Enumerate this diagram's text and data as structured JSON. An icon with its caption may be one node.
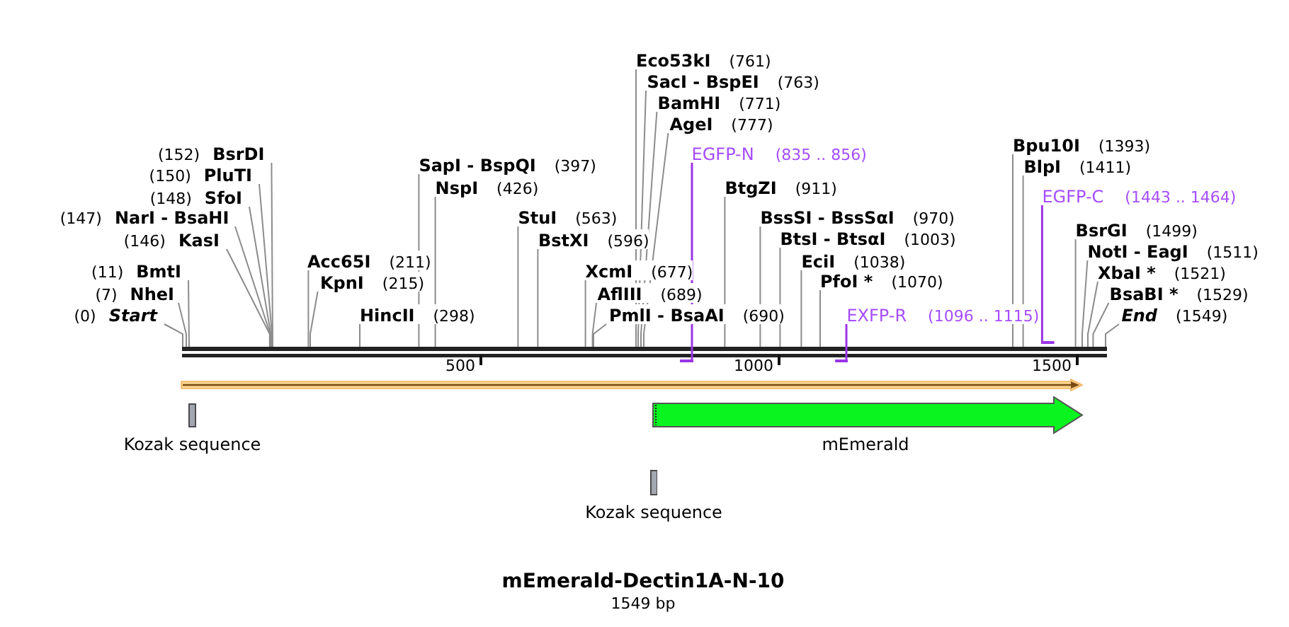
{
  "diagram": {
    "title": "mEmerald-Dectin1A-N-10",
    "caption": "1549 bp",
    "nodes": [
      {
        "text": [
          "(0)",
          "Start"
        ]
      },
      {
        "text": [
          "(7)",
          "NheI"
        ]
      },
      {
        "text": [
          "(11)",
          "BmtI"
        ]
      },
      {
        "text": [
          "(146)",
          "KasI"
        ]
      },
      {
        "text": [
          "(147)",
          "NarI - BsaHI"
        ]
      },
      {
        "text": [
          "(148)",
          "SfoI"
        ]
      },
      {
        "text": [
          "(150)",
          "PluTI"
        ]
      },
      {
        "text": [
          "(152)",
          "BsrDI"
        ]
      },
      {
        "text": [
          "Acc65I",
          "(211)"
        ]
      },
      {
        "text": [
          "KpnI",
          "(215)"
        ]
      },
      {
        "text": [
          "HincII",
          "(298)"
        ]
      },
      {
        "text": [
          "SapI - BspQI",
          "(397)"
        ]
      },
      {
        "text": [
          "NspI",
          "(426)"
        ]
      },
      {
        "text": [
          "StuI",
          "(563)"
        ]
      },
      {
        "text": [
          "BstXI",
          "(596)"
        ]
      },
      {
        "text": [
          "XcmI",
          "(677)"
        ]
      },
      {
        "text": [
          "AflIII",
          "(689)"
        ]
      },
      {
        "text": [
          "PmlI - BsaAI",
          "(690)"
        ]
      },
      {
        "text": [
          "Eco53kI",
          "(761)"
        ]
      },
      {
        "text": [
          "SacI - BspEI",
          "(763)"
        ]
      },
      {
        "text": [
          "BamHI",
          "(771)"
        ]
      },
      {
        "text": [
          "AgeI",
          "(777)"
        ]
      },
      {
        "text": [
          "EGFP-N",
          "(835 .. 856)"
        ]
      },
      {
        "text": [
          "BtgZI",
          "(911)"
        ]
      },
      {
        "text": [
          "BssSI - BssSαI",
          "(970)"
        ]
      },
      {
        "text": [
          "BtsI - BtsαI",
          "(1003)"
        ]
      },
      {
        "text": [
          "EciI",
          "(1038)"
        ]
      },
      {
        "text": [
          "PfoI *",
          "(1070)"
        ]
      },
      {
        "text": [
          "EXFP-R",
          "(1096 .. 1115)"
        ]
      },
      {
        "text": [
          "Bpu10I",
          "(1393)"
        ]
      },
      {
        "text": [
          "BlpI",
          "(1411)"
        ]
      },
      {
        "text": [
          "EGFP-C",
          "(1443 .. 1464)"
        ]
      },
      {
        "text": [
          "BsrGI",
          "(1499)"
        ]
      },
      {
        "text": [
          "NotI - EagI",
          "(1511)"
        ]
      },
      {
        "text": [
          "XbaI *",
          "(1521)"
        ]
      },
      {
        "text": [
          "BsaBI *",
          "(1529)"
        ]
      },
      {
        "text": [
          "End",
          "(1549)"
        ]
      },
      {
        "text": [],
        "shape": "bar"
      },
      {
        "text": [],
        "shape": "bar"
      },
      {
        "text": [],
        "shape": "bar"
      },
      {
        "text": [],
        "shape": "bar"
      },
      {
        "text": [],
        "shape": "arrow"
      },
      {
        "text": [
          "Kozak sequence"
        ]
      },
      {
        "text": [
          "mEmerald"
        ]
      },
      {
        "text": [
          "Kozak sequence"
        ]
      }
    ],
    "edges": [
      {
        "from": 0,
        "to": 37,
        "arrow": "none"
      },
      {
        "from": 1,
        "to": 37,
        "arrow": "none"
      },
      {
        "from": 2,
        "to": 37,
        "arrow": "none"
      },
      {
        "from": 3,
        "to": 37,
        "arrow": "none"
      },
      {
        "from": 4,
        "to": 37,
        "arrow": "none"
      },
      {
        "from": 5,
        "to": 37,
        "arrow": "none"
      },
      {
        "from": 6,
        "to": 37,
        "arrow": "none"
      },
      {
        "from": 7,
        "to": 37,
        "arrow": "none"
      },
      {
        "from": 8,
        "to": 37,
        "arrow": "none"
      },
      {
        "from": 9,
        "to": 37,
        "arrow": "none"
      },
      {
        "from": 10,
        "to": 37,
        "arrow": "none"
      },
      {
        "from": 11,
        "to": 37,
        "arrow": "none"
      },
      {
        "from": 12,
        "to": 37,
        "arrow": "none"
      },
      {
        "from": 13,
        "to": 37,
        "arrow": "none"
      },
      {
        "from": 14,
        "to": 37,
        "arrow": "none"
      },
      {
        "from": 15,
        "to": 37,
        "arrow": "none"
      },
      {
        "from": 16,
        "to": 37,
        "arrow": "none"
      },
      {
        "from": 17,
        "to": 37,
        "arrow": "none"
      },
      {
        "from": 18,
        "to": 37,
        "arrow": "none"
      },
      {
        "from": 19,
        "to": 37,
        "arrow": "none"
      },
      {
        "from": 20,
        "to": 37,
        "arrow": "none"
      },
      {
        "from": 21,
        "to": 37,
        "arrow": "none"
      },
      {
        "from": 22,
        "to": 38,
        "arrow": "none",
        "color": "#9b35e6"
      },
      {
        "from": 23,
        "to": 37,
        "arrow": "none"
      },
      {
        "from": 24,
        "to": 37,
        "arrow": "none"
      },
      {
        "from": 25,
        "to": 37,
        "arrow": "none"
      },
      {
        "from": 26,
        "to": 37,
        "arrow": "none"
      },
      {
        "from": 27,
        "to": 37,
        "arrow": "none"
      },
      {
        "from": 28,
        "to": 39,
        "arrow": "none",
        "color": "#9b35e6"
      },
      {
        "from": 29,
        "to": 37,
        "arrow": "none"
      },
      {
        "from": 30,
        "to": 37,
        "arrow": "none"
      },
      {
        "from": 31,
        "to": 40,
        "arrow": "none",
        "color": "#9b35e6"
      },
      {
        "from": 32,
        "to": 37,
        "arrow": "none"
      },
      {
        "from": 33,
        "to": 37,
        "arrow": "none"
      },
      {
        "from": 34,
        "to": 37,
        "arrow": "none"
      },
      {
        "from": 35,
        "to": 37,
        "arrow": "none"
      },
      {
        "from": 36,
        "to": 37,
        "arrow": "none"
      }
    ],
    "labels": [
      "500",
      "1000",
      "1500"
    ]
  }
}
